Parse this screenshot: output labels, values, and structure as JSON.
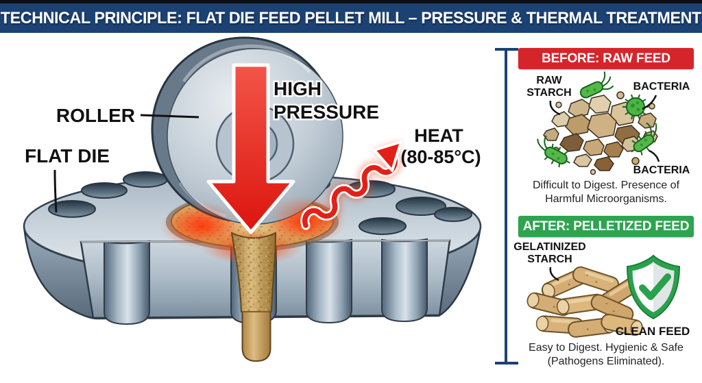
{
  "title": "TECHNICAL PRINCIPLE: FLAT DIE FEED PELLET MILL – PRESSURE & THERMAL TREATMENT",
  "diagram": {
    "labels": {
      "roller": "ROLLER",
      "flat_die": "FLAT DIE",
      "high_pressure_line1": "HIGH",
      "high_pressure_line2": "PRESSURE",
      "heat_line1": "HEAT",
      "heat_line2": "(80-85°C)"
    }
  },
  "before_panel": {
    "header": "BEFORE: RAW FEED",
    "header_color": "#d6252a",
    "labels": {
      "raw_starch_line1": "RAW",
      "raw_starch_line2": "STARCH",
      "bacteria_top": "BACTERIA",
      "bacteria_bottom": "BACTERIA"
    },
    "caption_line1": "Difficult to Digest. Presence of",
    "caption_line2": "Harmful Microorganisms."
  },
  "after_panel": {
    "header": "AFTER: PELLETIZED FEED",
    "header_color": "#2ea44f",
    "labels": {
      "gelatinized_starch_line1": "GELATINIZED",
      "gelatinized_starch_line2": "STARCH",
      "clean_feed": "CLEAN FEED"
    },
    "caption_line1": "Easy to Digest. Hygienic & Safe",
    "caption_line2": "(Pathogens Eliminated)."
  },
  "colors": {
    "title_bar": "#1c4173",
    "accent_red": "#d6252a",
    "accent_green": "#2ea44f",
    "heat_red": "#e32017",
    "metal_light": "#dde4ea",
    "metal_dark": "#5f7182",
    "feed_tan": "#c9a160",
    "bacteria_green": "#4db344",
    "bracket_blue": "#1c4173"
  }
}
